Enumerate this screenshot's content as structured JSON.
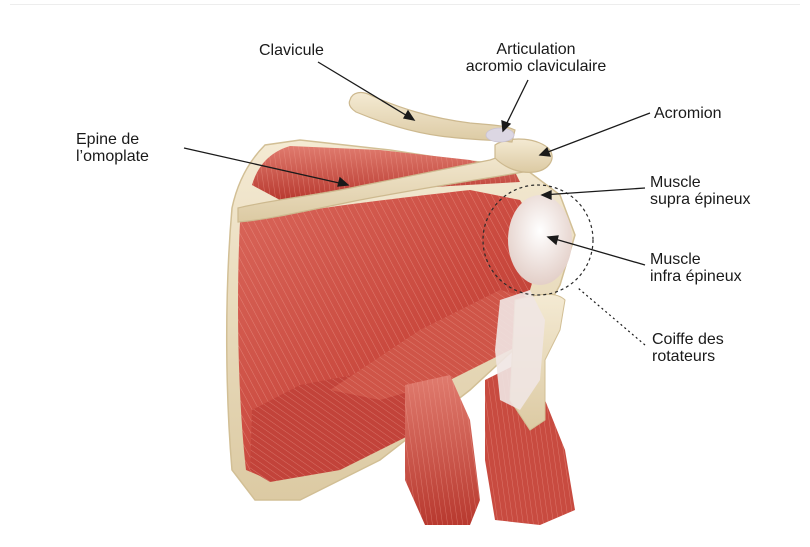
{
  "labels": {
    "clavicule": {
      "lines": [
        "Clavicule"
      ]
    },
    "articulation": {
      "lines": [
        "Articulation",
        "acromio claviculaire"
      ]
    },
    "acromion": {
      "lines": [
        "Acromion"
      ]
    },
    "epine": {
      "lines": [
        "Epine de",
        "l’omoplate"
      ]
    },
    "supra": {
      "lines": [
        "Muscle",
        "supra épineux"
      ]
    },
    "infra": {
      "lines": [
        "Muscle",
        "infra épineux"
      ]
    },
    "coiffe": {
      "lines": [
        "Coiffe des",
        "rotateurs"
      ]
    }
  },
  "colors": {
    "muscle": "#c9483d",
    "muscle_light": "#e58a7e",
    "muscle_dark": "#a7342c",
    "bone": "#eee1c4",
    "bone_edge": "#d8c69e",
    "tendon": "#e8e4e4",
    "line": "#1a1a1a"
  }
}
